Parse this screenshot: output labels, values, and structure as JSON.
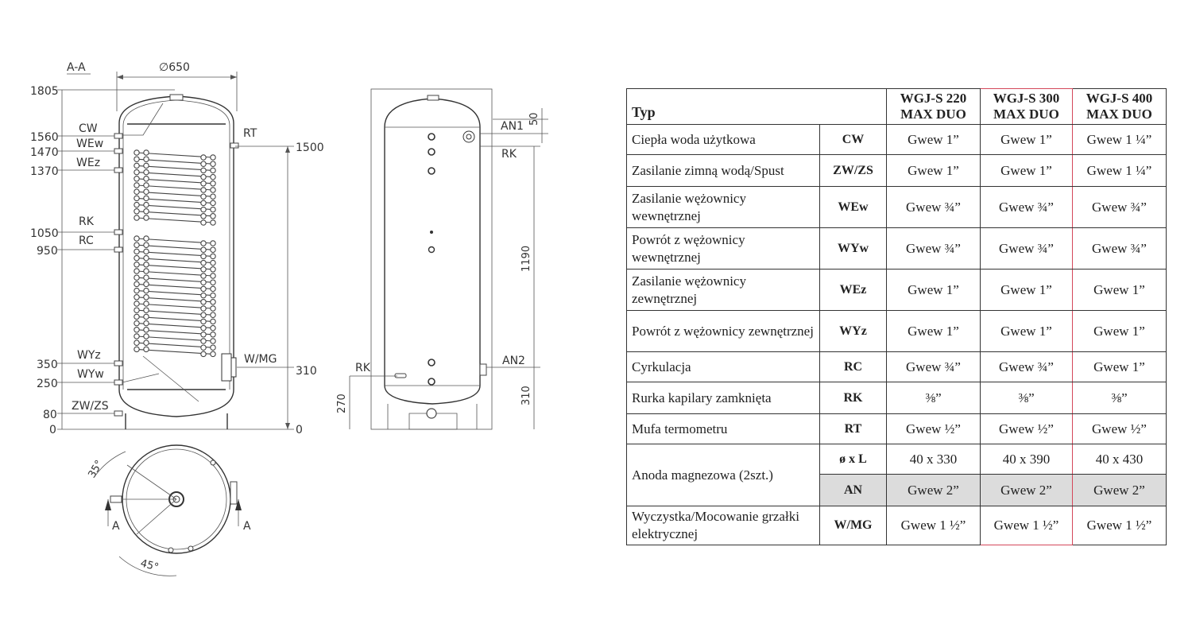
{
  "drawing": {
    "section_label": "A-A",
    "diameter_label": "∅650",
    "left_heights": [
      "1805",
      "1560",
      "1470",
      "1370",
      "1050",
      "950",
      "350",
      "250",
      "80",
      "0"
    ],
    "left_connections": [
      "CW",
      "WEw",
      "WEz",
      "RK",
      "RC",
      "WYz",
      "WYw",
      "ZW/ZS"
    ],
    "right_labels": {
      "rt": "RT",
      "h1500": "1500",
      "wmg": "W/MG",
      "h310": "310",
      "zero": "0"
    },
    "side_view": {
      "an1": "AN1",
      "d50": "50",
      "rk_top": "RK",
      "d1190": "1190",
      "an2": "AN2",
      "d310": "310",
      "rk_bottom": "RK",
      "d270": "270"
    },
    "top_view": {
      "angle1": "35°",
      "angle2": "45°",
      "section_mark": "A"
    }
  },
  "table": {
    "header": {
      "typ": "Typ",
      "col1": [
        "WGJ-S 220",
        "MAX DUO"
      ],
      "col2": [
        "WGJ-S 300",
        "MAX DUO"
      ],
      "col3": [
        "WGJ-S 400",
        "MAX DUO"
      ]
    },
    "rows": [
      {
        "name": "Ciepła woda użytkowa",
        "code": "CW",
        "v": [
          "Gwew 1”",
          "Gwew 1”",
          "Gwew 1 ¼”"
        ]
      },
      {
        "name": "Zasilanie zimną wodą/Spust",
        "code": "ZW/ZS",
        "v": [
          "Gwew 1”",
          "Gwew 1”",
          "Gwew 1 ¼”"
        ]
      },
      {
        "name": "Zasilanie wężownicy wewnętrznej",
        "code": "WEw",
        "v": [
          "Gwew ¾”",
          "Gwew ¾”",
          "Gwew ¾”"
        ]
      },
      {
        "name": "Powrót z wężownicy wewnętrznej",
        "code": "WYw",
        "v": [
          "Gwew ¾”",
          "Gwew ¾”",
          "Gwew ¾”"
        ]
      },
      {
        "name": "Zasilanie wężownicy zewnętrznej",
        "code": "WEz",
        "v": [
          "Gwew 1”",
          "Gwew 1”",
          "Gwew 1”"
        ]
      },
      {
        "name": "Powrót z wężownicy zewnętrznej",
        "code": "WYz",
        "v": [
          "Gwew 1”",
          "Gwew 1”",
          "Gwew 1”"
        ]
      },
      {
        "name": "Cyrkulacja",
        "code": "RC",
        "v": [
          "Gwew ¾”",
          "Gwew ¾”",
          "Gwew 1”"
        ]
      },
      {
        "name": "Rurka kapilary zamknięta",
        "code": "RK",
        "v": [
          "⅜”",
          "⅜”",
          "⅜”"
        ]
      },
      {
        "name": "Mufa termometru",
        "code": "RT",
        "v": [
          "Gwew ½”",
          "Gwew ½”",
          "Gwew ½”"
        ]
      }
    ],
    "anode": {
      "name": "Anoda magnezowa (2szt.)",
      "code1": "ø x L",
      "v1": [
        "40 x 330",
        "40 x 390",
        "40 x 430"
      ],
      "code2": "AN",
      "v2": [
        "Gwew 2”",
        "Gwew 2”",
        "Gwew 2”"
      ]
    },
    "last": {
      "name": "Wyczystka/Mocowanie grzałki elektrycznej",
      "code": "W/MG",
      "v": [
        "Gwew 1 ½”",
        "Gwew 1 ½”",
        "Gwew 1 ½”"
      ]
    }
  }
}
